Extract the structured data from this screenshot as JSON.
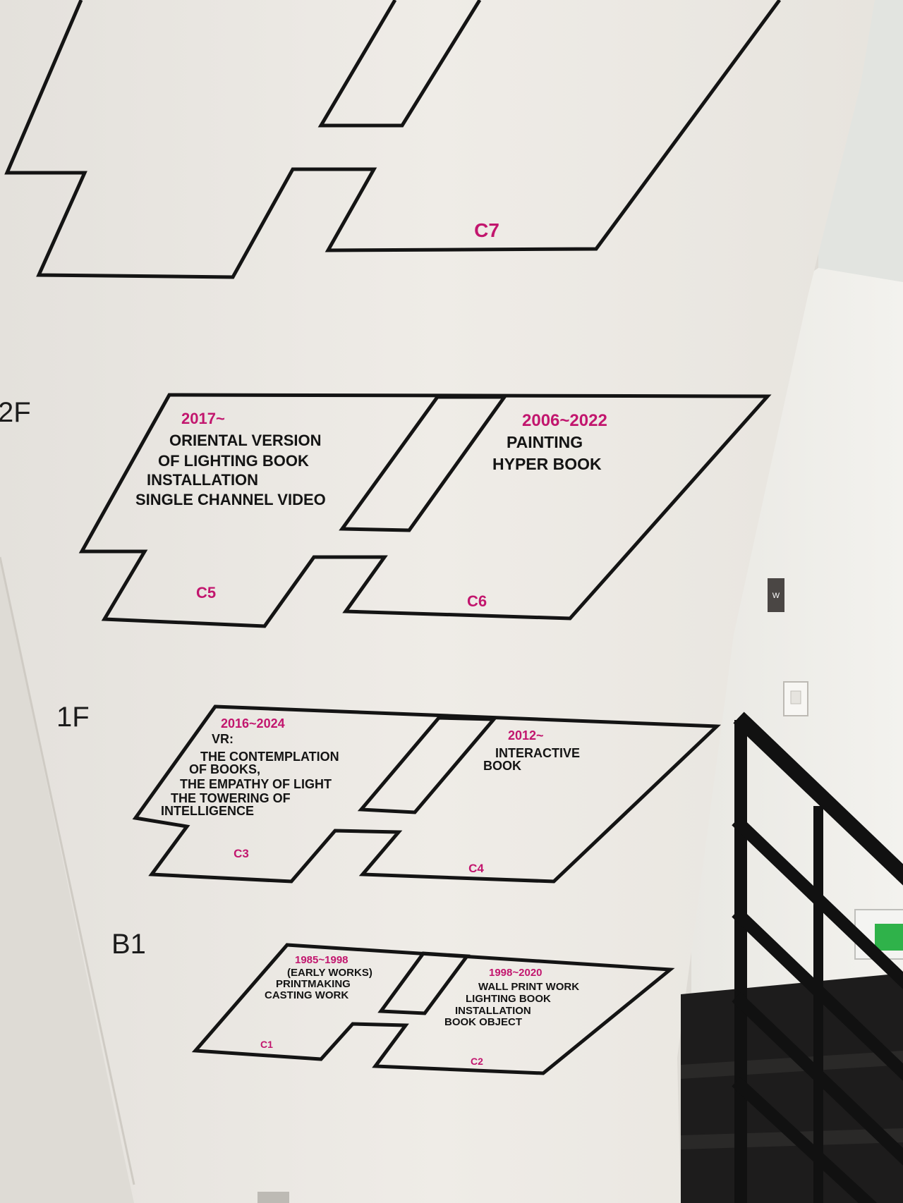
{
  "floors": [
    "2F",
    "1F",
    "B1"
  ],
  "rooms": {
    "c7": {
      "code": "C7"
    },
    "c5": {
      "code": "C5",
      "years": "2017~",
      "lines": [
        "ORIENTAL VERSION",
        "OF LIGHTING BOOK",
        "INSTALLATION",
        "SINGLE CHANNEL VIDEO"
      ]
    },
    "c6": {
      "code": "C6",
      "years": "2006~2022",
      "lines": [
        "PAINTING",
        "HYPER BOOK"
      ]
    },
    "c3": {
      "code": "C3",
      "years": "2016~2024",
      "lines": [
        "VR:",
        "THE CONTEMPLATION",
        "OF BOOKS,",
        "THE EMPATHY OF LIGHT",
        "THE TOWERING OF",
        "INTELLIGENCE"
      ]
    },
    "c4": {
      "code": "C4",
      "years": "2012~",
      "lines": [
        "INTERACTIVE",
        "BOOK"
      ]
    },
    "c1": {
      "code": "C1",
      "years": "1985~1998",
      "lines": [
        "(EARLY WORKS)",
        "PRINTMAKING",
        "CASTING WORK"
      ]
    },
    "c2": {
      "code": "C2",
      "years": "1998~2020",
      "lines": [
        "WALL PRINT WORK",
        "LIGHTING BOOK",
        "INSTALLATION",
        "BOOK OBJECT"
      ]
    }
  },
  "door_sign": "W",
  "colors": {
    "accent": "#c2166e",
    "wall": "#eeeae4",
    "line": "#141414",
    "exit_green": "#2fb24a"
  }
}
